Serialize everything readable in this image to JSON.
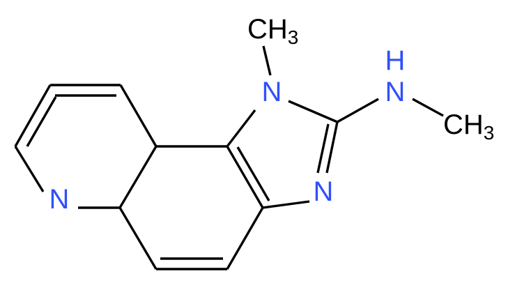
{
  "colors": {
    "bond": "#000000",
    "nitrogen": "#3050F8",
    "carbon_label": "#000000",
    "background": "#FFFFFF"
  },
  "labels": {
    "n_pyridine": "N",
    "n1_imidazole": "N",
    "n3_imidazole": "N",
    "n_amine": "N",
    "h_amine": "H",
    "methyl_n1": {
      "main": "CH",
      "sub": "3"
    },
    "methyl_amine": {
      "main": "CH",
      "sub": "3"
    }
  }
}
